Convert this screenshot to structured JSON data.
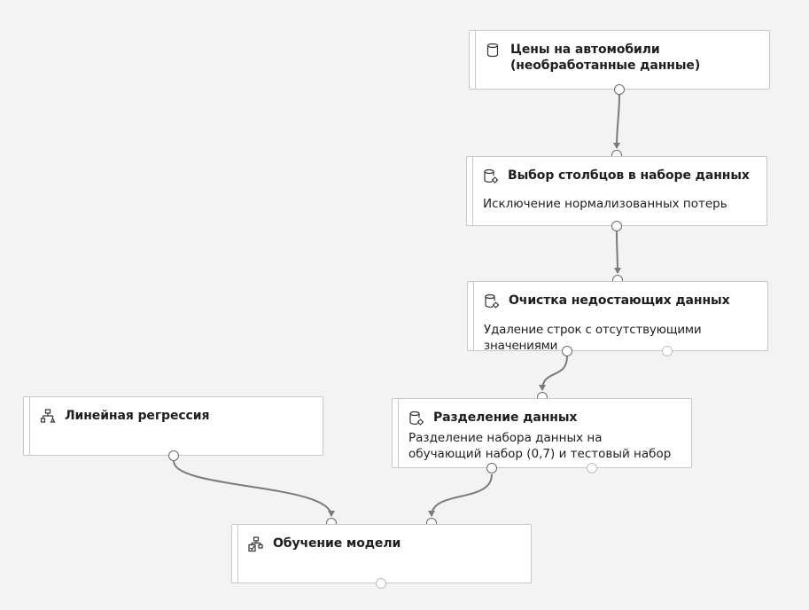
{
  "modules": {
    "car_prices": {
      "title": "Цены на автомобили (необработанные данные)",
      "icon": "dataset-icon"
    },
    "select_columns": {
      "title": "Выбор столбцов в наборе данных",
      "description": "Исключение нормализованных потерь",
      "icon": "data-transform-icon"
    },
    "clean_missing": {
      "title": "Очистка недостающих данных",
      "description": "Удаление строк с отсутствующими значениями",
      "icon": "data-transform-icon"
    },
    "linear_regression": {
      "title": "Линейная регрессия",
      "icon": "model-icon"
    },
    "split_data": {
      "title": "Разделение данных",
      "description": "Разделение набора данных на обучающий набор (0,7) и тестовый набор",
      "icon": "data-transform-icon"
    },
    "train_model": {
      "title": "Обучение модели",
      "icon": "train-icon"
    }
  },
  "colors": {
    "background": "#f3f3f3",
    "edge": "#7a7a7a",
    "border": "#c8c8c8"
  }
}
